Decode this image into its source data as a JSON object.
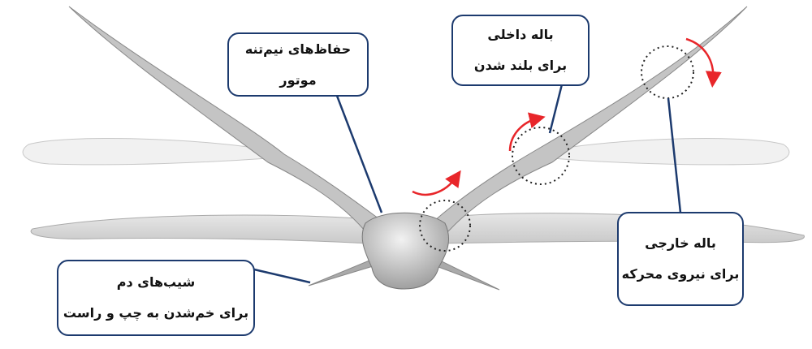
{
  "labels": {
    "torso_guards": {
      "line1": "حفاظ‌های نیم‌تنه",
      "line2": "موتور"
    },
    "inner_wing": {
      "line1": "باله داخلی",
      "line2": "برای بلند شدن"
    },
    "tail": {
      "line1": "شیب‌های دم",
      "line2": "برای خم‌شدن به چپ و راست"
    },
    "outer_wing": {
      "line1": "باله خارجی",
      "line2": "برای نیروی محرکه"
    }
  },
  "colors": {
    "box_border": "#1c3a6e",
    "arrow": "#e8262a",
    "body": "#b8b8b8"
  }
}
